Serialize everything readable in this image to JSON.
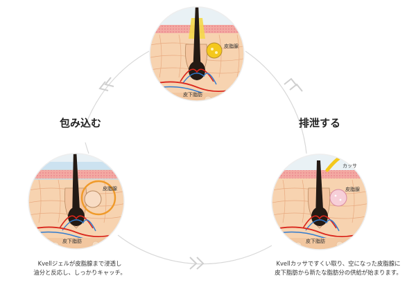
{
  "steps": {
    "left": "包み込む",
    "right": "排泄する"
  },
  "labels": {
    "top_gland": "皮脂腺",
    "top_fat": "皮下脂肪",
    "left_gland": "皮脂腺",
    "left_fat": "皮下脂肪",
    "right_tool": "カッサ",
    "right_gland": "皮脂腺",
    "right_fat": "皮下脂肪"
  },
  "captions": {
    "left": [
      "Kvellジェルが皮脂腺まで浸透し",
      "油分と反応し、しっかりキャッチ。"
    ],
    "right": [
      "Kvellカッサですくい取り、空になった皮脂腺に",
      "皮下脂肪から新たな脂肪分の供給が始まります。"
    ]
  },
  "colors": {
    "skin": "#f7d3b0",
    "surface": "#f3a9a2",
    "gel_yellow": "#f4c81c",
    "gel_orange": "#ef9a2a",
    "vein_red": "#d9261c",
    "vein_blue": "#2f7bd0",
    "hair": "#241a14",
    "cycle_line": "#d8d8d8"
  }
}
